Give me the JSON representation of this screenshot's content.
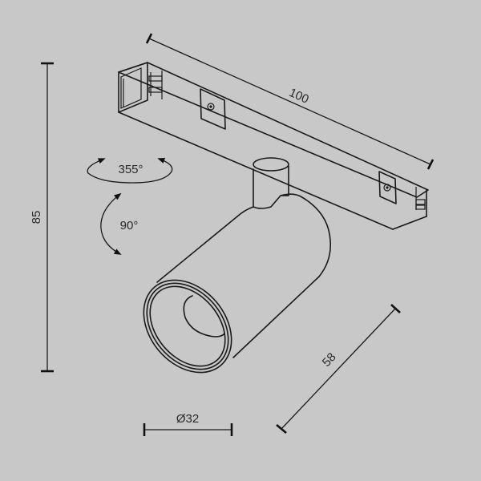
{
  "drawing": {
    "title": "Track spotlight dimension drawing",
    "background": "#c8c8c8",
    "line_color": "#1a1a1a",
    "units": "mm",
    "dimensions": {
      "track_length": "100",
      "total_height": "85",
      "lamp_length": "58",
      "lamp_diameter": "Ø32"
    },
    "rotations": {
      "horizontal": "355°",
      "vertical": "90°"
    }
  }
}
